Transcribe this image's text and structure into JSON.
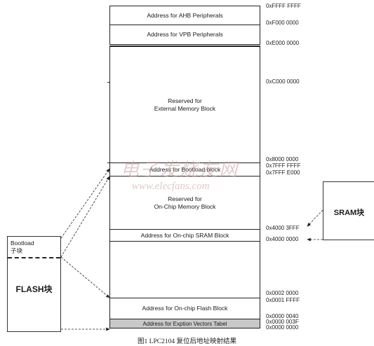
{
  "blocks": {
    "ahb": "Address for AHB Peripherals",
    "vpb": "Address for VPB Peripherals",
    "reserved_ext_1": "Reserved for",
    "reserved_ext_2": "External Memory Block",
    "bootload": "Address for Bootload block",
    "reserved_onchip_1": "Reserved for",
    "reserved_onchip_2": "On-Chip Memory Block",
    "sram": "Address for On-chip SRAM Block",
    "flash": "Address for On-chip Flash Block",
    "vectors": "Address for Exption Vectors Tabel"
  },
  "addresses": [
    "0xFFFF FFFF",
    "0xF000 0000",
    "0xE000 0000",
    "0xC000 0000",
    "0x8000 0000",
    "0x7FFF FFFF",
    "0x7FFF E000",
    "0x4000 3FFF",
    "0x4000 0000",
    "0x0002 0000",
    "0x0001 FFFF",
    "0x0000 0040",
    "0x0000 003F",
    "0x0000 0000"
  ],
  "flash_box": {
    "boot_label_1": "Bootload",
    "boot_label_2": "子块",
    "label": "FLASH块"
  },
  "sram_box": {
    "label": "SRAM块"
  },
  "watermark": {
    "cn": "电子发烧友网",
    "url": "www.elecfans.com"
  },
  "caption": "图1   LPC2104 复位后地址映射结果",
  "colors": {
    "line": "#222222",
    "vector_fill": "#c8c8c8",
    "watermark": "#c9a6a6"
  }
}
